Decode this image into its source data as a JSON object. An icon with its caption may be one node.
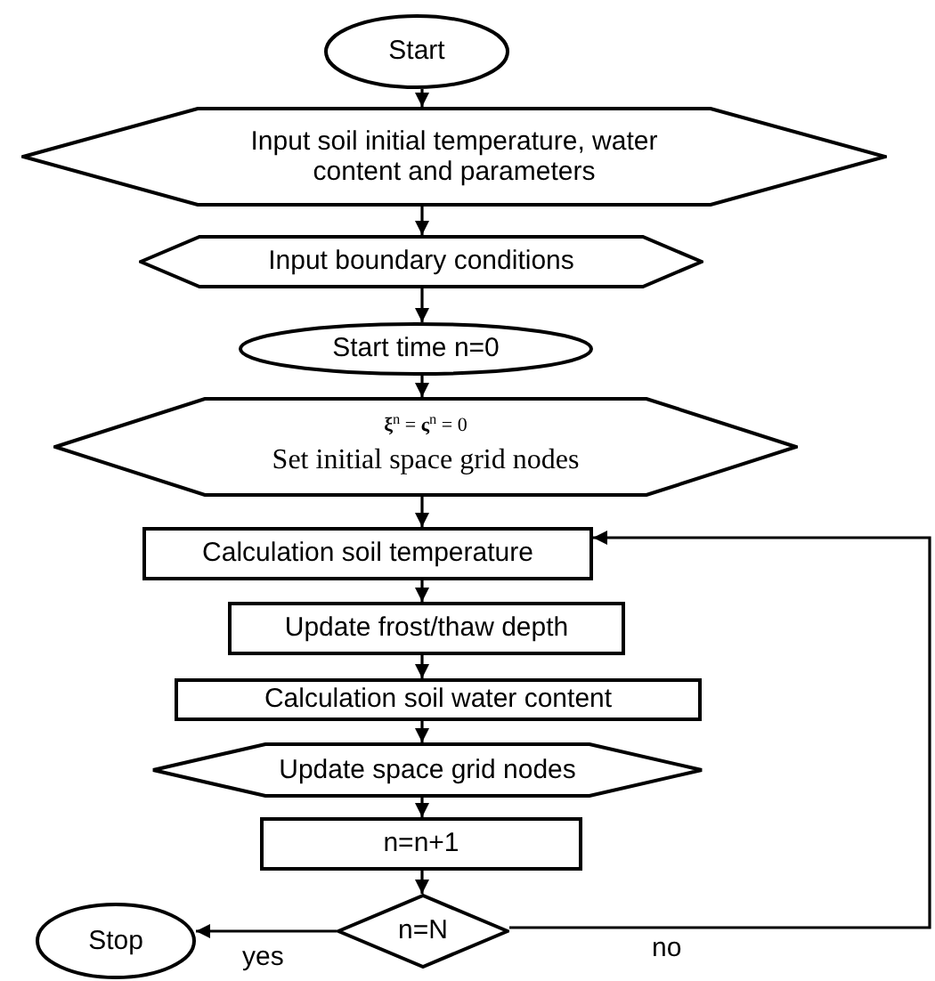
{
  "diagram": {
    "nodes": [
      {
        "text": [
          "Start"
        ]
      },
      {
        "text": [
          "Input soil initial temperature, water content and parameters"
        ]
      },
      {
        "text": [
          "Input boundary conditions"
        ]
      },
      {
        "text": [
          "Start time n=0"
        ]
      },
      {
        "text": [
          "**ξ**$^{n}$ = **ς**$^{n}$ = 0",
          "Set initial space grid nodes"
        ]
      },
      {
        "text": [
          "Calculation soil temperature"
        ]
      },
      {
        "text": [
          "Update frost/thaw depth"
        ]
      },
      {
        "text": [
          "Calculation soil water content"
        ]
      },
      {
        "text": [
          "Update space grid nodes"
        ]
      },
      {
        "text": [
          "n=n+1"
        ]
      },
      {
        "text": [
          "n=N"
        ]
      },
      {
        "text": [
          "Stop"
        ]
      }
    ],
    "edges": [
      {
        "from": 0,
        "to": 1,
        "arrow": "to"
      },
      {
        "from": 1,
        "to": 2,
        "arrow": "to"
      },
      {
        "from": 2,
        "to": 3,
        "arrow": "to"
      },
      {
        "from": 3,
        "to": 4,
        "arrow": "to"
      },
      {
        "from": 4,
        "to": 5,
        "arrow": "to"
      },
      {
        "from": 5,
        "to": 6,
        "arrow": "to"
      },
      {
        "from": 6,
        "to": 7,
        "arrow": "to"
      },
      {
        "from": 7,
        "to": 8,
        "arrow": "to"
      },
      {
        "from": 8,
        "to": 9,
        "arrow": "to"
      },
      {
        "from": 9,
        "to": 10,
        "arrow": "to"
      },
      {
        "from": 10,
        "to": 11,
        "label": "yes",
        "arrow": "to"
      },
      {
        "from": 10,
        "to": 5,
        "label": "no",
        "arrow": "to"
      }
    ]
  }
}
